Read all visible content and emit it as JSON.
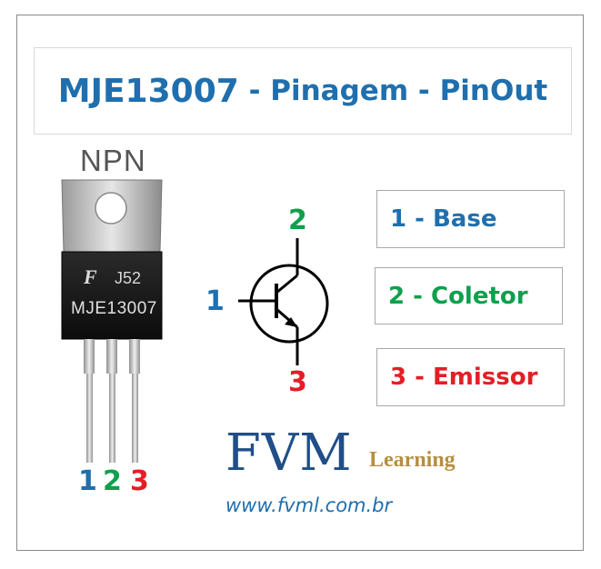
{
  "title": {
    "part": "MJE13007",
    "rest": " - Pinagem - PinOut"
  },
  "package_type": "NPN",
  "package_marking": {
    "logo": "F",
    "code": "J52",
    "part": "MJE13007"
  },
  "package_pin_numbers": [
    "1",
    "2",
    "3"
  ],
  "symbol_pins": {
    "base": "1",
    "collector": "2",
    "emitter": "3"
  },
  "pins": [
    {
      "label": "1 - Base"
    },
    {
      "label": "2 - Coletor"
    },
    {
      "label": "3 - Emissor"
    }
  ],
  "colors": {
    "pin1": "#1f6fae",
    "pin2": "#0ea04c",
    "pin3": "#e41e26",
    "title": "#1f6fae"
  },
  "brand": {
    "name": "FVM",
    "tagline": "Learning",
    "url": "www.fvml.com.br"
  }
}
